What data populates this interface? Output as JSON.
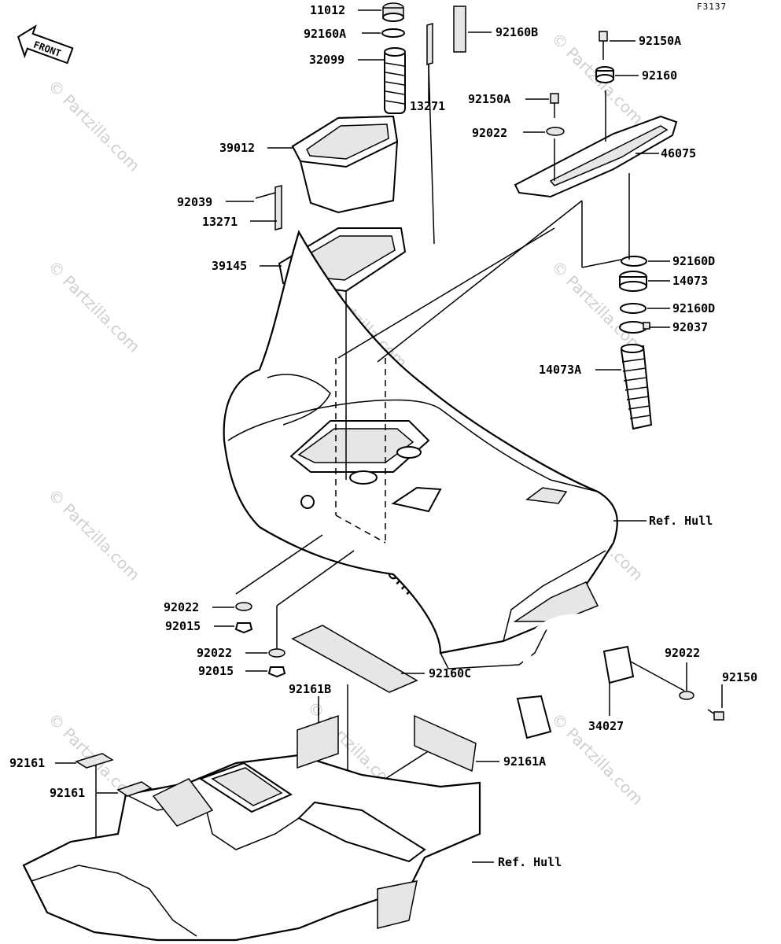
{
  "figure_code": "F3137",
  "front_arrow": {
    "label": "FRONT"
  },
  "watermark": {
    "text": "© Partzilla.com",
    "center_text": "Partzilla.com"
  },
  "callouts": [
    {
      "id": "11012",
      "text": "11012"
    },
    {
      "id": "92160A",
      "text": "92160A"
    },
    {
      "id": "92160B",
      "text": "92160B"
    },
    {
      "id": "32099",
      "text": "32099"
    },
    {
      "id": "92150A_top",
      "text": "92150A"
    },
    {
      "id": "92160",
      "text": "92160"
    },
    {
      "id": "13271_top",
      "text": "13271"
    },
    {
      "id": "92150A_mid",
      "text": "92150A"
    },
    {
      "id": "92022_top",
      "text": "92022"
    },
    {
      "id": "39012",
      "text": "39012"
    },
    {
      "id": "46075",
      "text": "46075"
    },
    {
      "id": "92039",
      "text": "92039"
    },
    {
      "id": "13271_bot",
      "text": "13271"
    },
    {
      "id": "39145",
      "text": "39145"
    },
    {
      "id": "92160D_a",
      "text": "92160D"
    },
    {
      "id": "14073",
      "text": "14073"
    },
    {
      "id": "92160D_b",
      "text": "92160D"
    },
    {
      "id": "92037",
      "text": "92037"
    },
    {
      "id": "14073A",
      "text": "14073A"
    },
    {
      "id": "ref_hull_top",
      "text": "Ref. Hull"
    },
    {
      "id": "92022_a",
      "text": "92022"
    },
    {
      "id": "92015_a",
      "text": "92015"
    },
    {
      "id": "92022_b",
      "text": "92022"
    },
    {
      "id": "92015_b",
      "text": "92015"
    },
    {
      "id": "92160C",
      "text": "92160C"
    },
    {
      "id": "92022_right",
      "text": "92022"
    },
    {
      "id": "92150",
      "text": "92150"
    },
    {
      "id": "92161B",
      "text": "92161B"
    },
    {
      "id": "34027",
      "text": "34027"
    },
    {
      "id": "92161_a",
      "text": "92161"
    },
    {
      "id": "92161A",
      "text": "92161A"
    },
    {
      "id": "92161_b",
      "text": "92161"
    },
    {
      "id": "ref_hull_bot",
      "text": "Ref. Hull"
    }
  ]
}
